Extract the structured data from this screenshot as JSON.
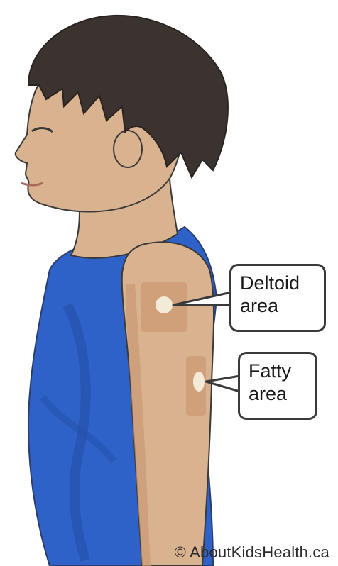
{
  "callouts": {
    "deltoid": {
      "line1": "Deltoid",
      "line2": "area"
    },
    "fatty": {
      "line1": "Fatty",
      "line2": "area"
    }
  },
  "credit": "© AboutKidsHealth.ca",
  "colors": {
    "shirt": "#2f62c8",
    "shirt_shadow": "#244fa8",
    "skin": "#d9b28f",
    "skin_shadow": "#c99a74",
    "hair": "#3b3330",
    "injection_patch": "#c8946a",
    "outline": "#3a3a3a"
  }
}
